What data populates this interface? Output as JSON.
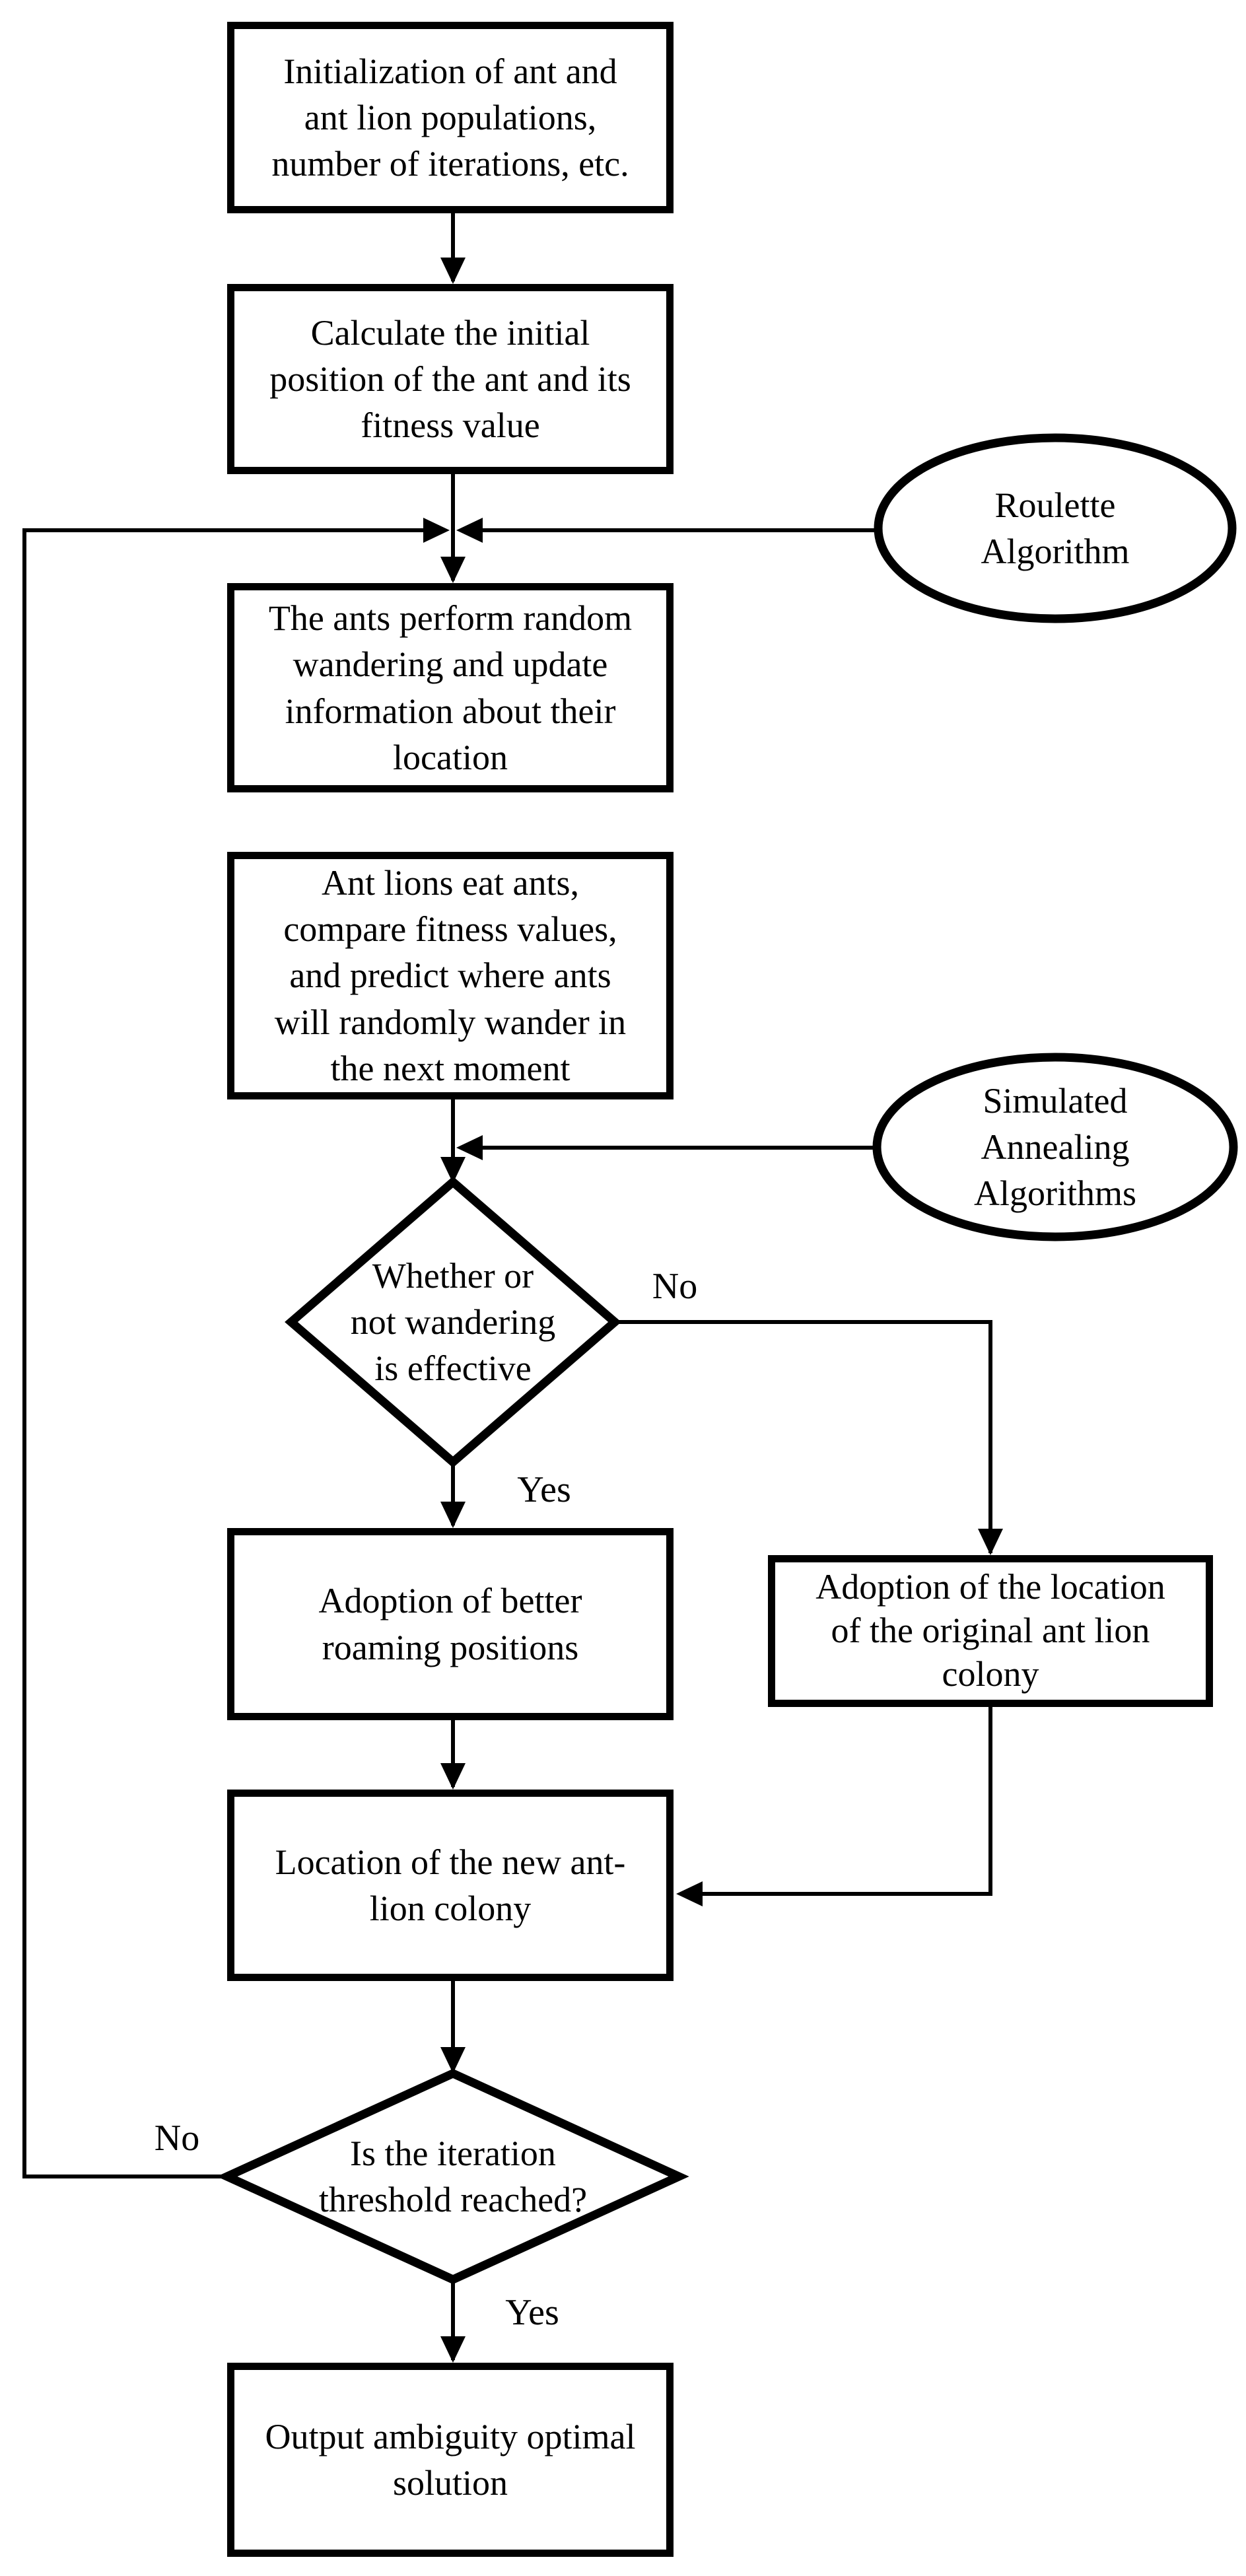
{
  "flowchart": {
    "colors": {
      "stroke": "#000000",
      "background": "#ffffff"
    },
    "nodes": {
      "init": {
        "lines": [
          "Initialization of ant and",
          "ant lion populations,",
          "number of iterations, etc."
        ]
      },
      "calc": {
        "lines": [
          "Calculate the initial",
          "position of the ant and its",
          "fitness value"
        ]
      },
      "roulette": {
        "lines": [
          "Roulette",
          "Algorithm"
        ]
      },
      "wander": {
        "lines": [
          "The ants perform random",
          "wandering and update",
          "information about their",
          "location"
        ]
      },
      "eat": {
        "lines": [
          "Ant lions eat ants,",
          "compare fitness values,",
          "and predict where ants",
          "will randomly wander in",
          "the next moment"
        ]
      },
      "annealing": {
        "lines": [
          "Simulated",
          "Annealing",
          "Algorithms"
        ]
      },
      "decision_wander": {
        "lines": [
          "Whether or",
          "not wandering",
          "is effective"
        ]
      },
      "adopt_better": {
        "lines": [
          "Adoption of better",
          "roaming positions"
        ]
      },
      "adopt_original": {
        "lines": [
          "Adoption of the location",
          "of the original ant lion",
          "colony"
        ]
      },
      "new_colony": {
        "lines": [
          "Location of the new ant-",
          "lion colony"
        ]
      },
      "decision_iteration": {
        "lines": [
          "Is the iteration",
          "threshold reached?"
        ]
      },
      "output": {
        "lines": [
          "Output ambiguity optimal",
          "solution"
        ]
      }
    },
    "edge_labels": {
      "wander_no": "No",
      "wander_yes": "Yes",
      "iteration_no": "No",
      "iteration_yes": "Yes"
    }
  }
}
